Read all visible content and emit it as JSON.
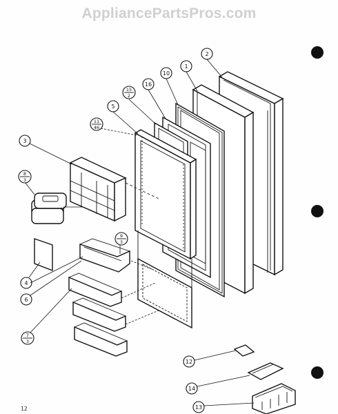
{
  "watermark": "AppliancePartsPros.com",
  "page_number": "12",
  "callouts": {
    "c1": "1",
    "c2": "2",
    "c3": "3",
    "c4": "4",
    "c5": "5",
    "c6": "6",
    "c7_num": "7",
    "c7_den": "3",
    "c8_num": "8",
    "c8_den": "3",
    "c9_num": "9",
    "c9_den": "3",
    "c10": "10",
    "c11_num": "11",
    "c11_den": "46",
    "c12": "12",
    "c13": "13",
    "c14": "14",
    "c15_num": "15",
    "c15_den": "2",
    "c16": "16"
  }
}
